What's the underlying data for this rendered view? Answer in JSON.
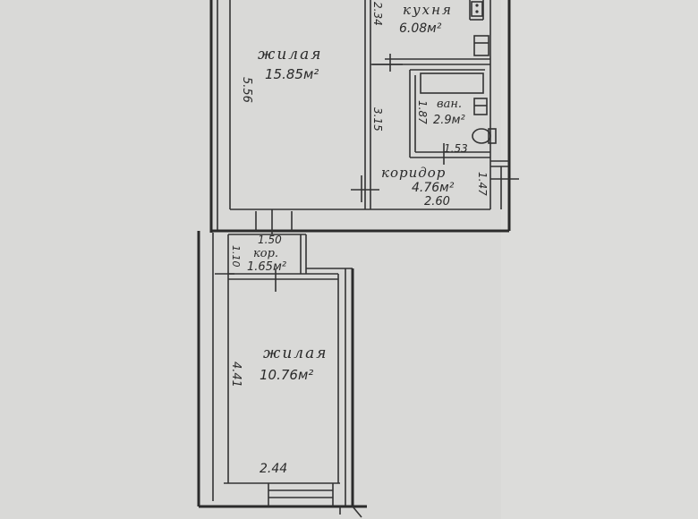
{
  "plan": {
    "rooms": {
      "living_top": {
        "name": "жилая",
        "area": "15.85м²",
        "dim_side": "5.56"
      },
      "kitchen": {
        "name": "кухня",
        "area": "6.08м²",
        "dim_side": "2.34"
      },
      "bath": {
        "name": "ван.",
        "area": "2.9м²",
        "dim_side": "1.87",
        "dim_bottom": "1.53"
      },
      "corridor": {
        "name": "коридор",
        "area": "4.76м²",
        "dim_side": "1.47",
        "dim_bottom": "2.60"
      },
      "partition": {
        "dim": "3.15"
      },
      "small_corridor": {
        "name": "кор.",
        "area": "1.65м²",
        "dim_top": "1.50",
        "dim_side": "1.10"
      },
      "living_bottom": {
        "name": "жилая",
        "area": "10.76м²",
        "dim_side": "4.41",
        "dim_bottom": "2.44"
      }
    }
  }
}
